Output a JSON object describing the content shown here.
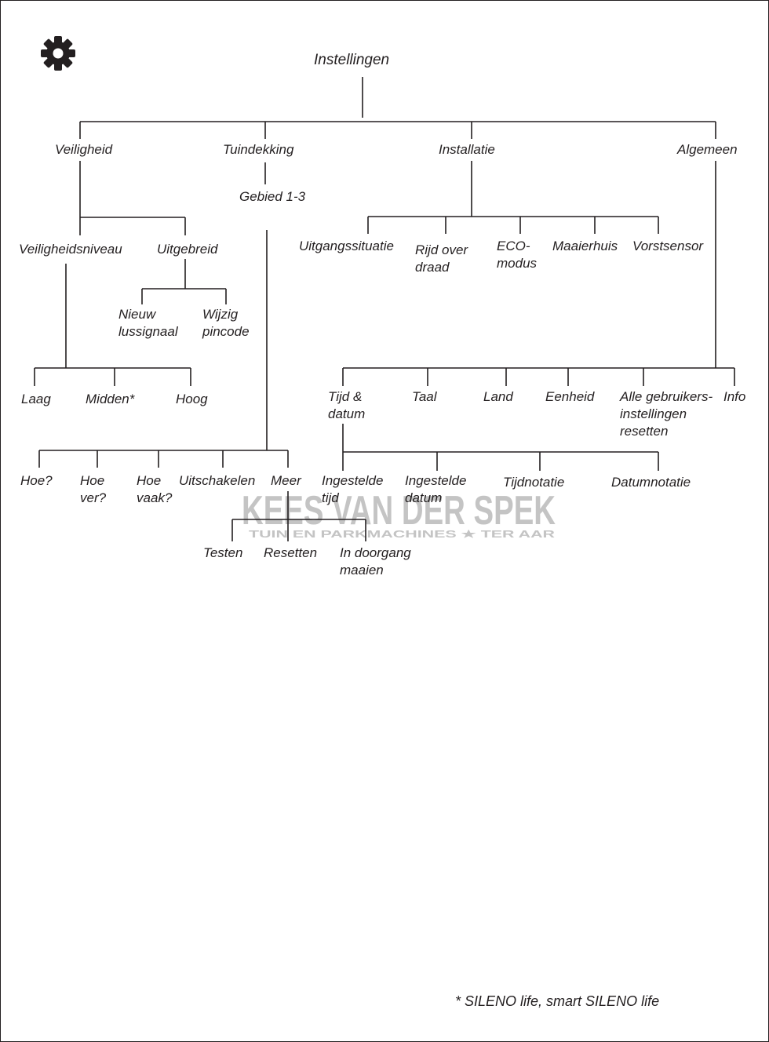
{
  "icon": "settings-gear-icon",
  "colors": {
    "ink": "#231f20",
    "watermark": "#c4c4c4"
  },
  "watermark": {
    "main": "KEES VAN DER SPEK",
    "sub": "TUIN EN PARKMACHINES ★ TER AAR"
  },
  "footnote": "* SILENO life, smart SILENO life",
  "nodes": {
    "instellingen": "Instellingen",
    "veiligheid": "Veiligheid",
    "tuindekking": "Tuindekking",
    "installatie": "Installatie",
    "algemeen": "Algemeen",
    "gebied": "Gebied 1-3",
    "veiligheidsniveau": "Veiligheidsniveau",
    "uitgebreid": "Uitgebreid",
    "nieuw_lussignaal": "Nieuw\nlussignaal",
    "wijzig_pincode": "Wijzig\npincode",
    "laag": "Laag",
    "midden": "Midden*",
    "hoog": "Hoog",
    "uitgangssituatie": "Uitgangssituatie",
    "rijd_over_draad": "Rijd over\ndraad",
    "eco_modus": "ECO-\nmodus",
    "maaierhuis": "Maaierhuis",
    "vorstsensor": "Vorstsensor",
    "tijd_datum": "Tijd &\ndatum",
    "taal": "Taal",
    "land": "Land",
    "eenheid": "Eenheid",
    "alle_resetten": "Alle gebruikers-\ninstellingen\nresetten",
    "info": "Info",
    "ingestelde_tijd": "Ingestelde\ntijd",
    "ingestelde_datum": "Ingestelde\ndatum",
    "tijdnotatie": "Tijdnotatie",
    "datumnotatie": "Datumnotatie",
    "hoe": "Hoe?",
    "hoe_ver": "Hoe\nver?",
    "hoe_vaak": "Hoe\nvaak?",
    "uitschakelen": "Uitschakelen",
    "meer": "Meer",
    "testen": "Testen",
    "resetten": "Resetten",
    "in_doorgang_maaien": "In doorgang\nmaaien"
  }
}
